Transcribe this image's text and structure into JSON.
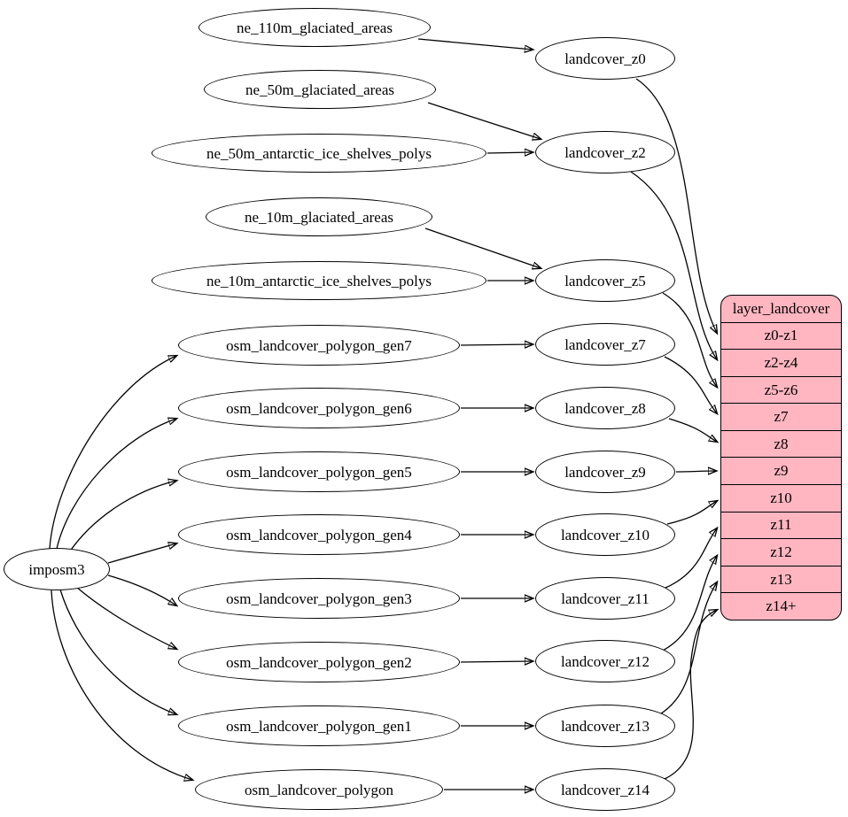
{
  "diagram": {
    "type": "dependency-graph",
    "tool_node": "imposm3",
    "sources": [
      "ne_110m_glaciated_areas",
      "ne_50m_glaciated_areas",
      "ne_50m_antarctic_ice_shelves_polys",
      "ne_10m_glaciated_areas",
      "ne_10m_antarctic_ice_shelves_polys",
      "osm_landcover_polygon_gen7",
      "osm_landcover_polygon_gen6",
      "osm_landcover_polygon_gen5",
      "osm_landcover_polygon_gen4",
      "osm_landcover_polygon_gen3",
      "osm_landcover_polygon_gen2",
      "osm_landcover_polygon_gen1",
      "osm_landcover_polygon"
    ],
    "intermediate": [
      "landcover_z0",
      "landcover_z2",
      "landcover_z5",
      "landcover_z7",
      "landcover_z8",
      "landcover_z9",
      "landcover_z10",
      "landcover_z11",
      "landcover_z12",
      "landcover_z13",
      "landcover_z14"
    ],
    "table": {
      "title": "layer_landcover",
      "rows": [
        "z0-z1",
        "z2-z4",
        "z5-z6",
        "z7",
        "z8",
        "z9",
        "z10",
        "z11",
        "z12",
        "z13",
        "z14+"
      ]
    },
    "edges": [
      {
        "from": "ne_110m_glaciated_areas",
        "to": "landcover_z0"
      },
      {
        "from": "ne_50m_glaciated_areas",
        "to": "landcover_z2"
      },
      {
        "from": "ne_50m_antarctic_ice_shelves_polys",
        "to": "landcover_z2"
      },
      {
        "from": "ne_10m_glaciated_areas",
        "to": "landcover_z5"
      },
      {
        "from": "ne_10m_antarctic_ice_shelves_polys",
        "to": "landcover_z5"
      },
      {
        "from": "imposm3",
        "to": "osm_landcover_polygon_gen7"
      },
      {
        "from": "imposm3",
        "to": "osm_landcover_polygon_gen6"
      },
      {
        "from": "imposm3",
        "to": "osm_landcover_polygon_gen5"
      },
      {
        "from": "imposm3",
        "to": "osm_landcover_polygon_gen4"
      },
      {
        "from": "imposm3",
        "to": "osm_landcover_polygon_gen3"
      },
      {
        "from": "imposm3",
        "to": "osm_landcover_polygon_gen2"
      },
      {
        "from": "imposm3",
        "to": "osm_landcover_polygon_gen1"
      },
      {
        "from": "imposm3",
        "to": "osm_landcover_polygon"
      },
      {
        "from": "osm_landcover_polygon_gen7",
        "to": "landcover_z7"
      },
      {
        "from": "osm_landcover_polygon_gen6",
        "to": "landcover_z8"
      },
      {
        "from": "osm_landcover_polygon_gen5",
        "to": "landcover_z9"
      },
      {
        "from": "osm_landcover_polygon_gen4",
        "to": "landcover_z10"
      },
      {
        "from": "osm_landcover_polygon_gen3",
        "to": "landcover_z11"
      },
      {
        "from": "osm_landcover_polygon_gen2",
        "to": "landcover_z12"
      },
      {
        "from": "osm_landcover_polygon_gen1",
        "to": "landcover_z13"
      },
      {
        "from": "osm_landcover_polygon",
        "to": "landcover_z14"
      },
      {
        "from": "landcover_z0",
        "to": "layer_landcover.z0-z1"
      },
      {
        "from": "landcover_z2",
        "to": "layer_landcover.z2-z4"
      },
      {
        "from": "landcover_z5",
        "to": "layer_landcover.z5-z6"
      },
      {
        "from": "landcover_z7",
        "to": "layer_landcover.z7"
      },
      {
        "from": "landcover_z8",
        "to": "layer_landcover.z8"
      },
      {
        "from": "landcover_z9",
        "to": "layer_landcover.z9"
      },
      {
        "from": "landcover_z10",
        "to": "layer_landcover.z10"
      },
      {
        "from": "landcover_z11",
        "to": "layer_landcover.z11"
      },
      {
        "from": "landcover_z12",
        "to": "layer_landcover.z12"
      },
      {
        "from": "landcover_z13",
        "to": "layer_landcover.z13"
      },
      {
        "from": "landcover_z14",
        "to": "layer_landcover.z14+"
      }
    ],
    "colors": {
      "table_fill": "#ffb6c1",
      "node_fill": "#ffffff",
      "stroke": "#000000"
    }
  }
}
